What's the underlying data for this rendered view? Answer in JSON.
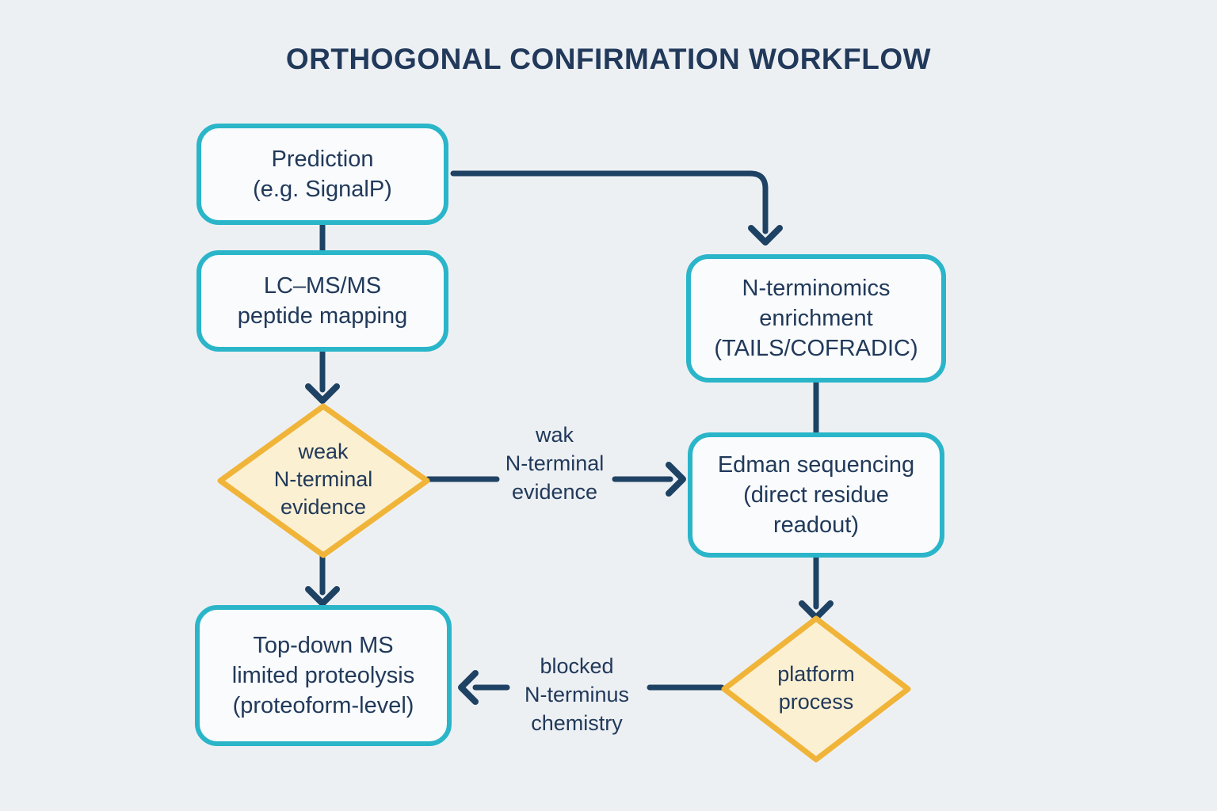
{
  "title": "ORTHOGONAL CONFIRMATION WORKFLOW",
  "colors": {
    "background": "#edf0f3",
    "box_border": "#2ab5c9",
    "box_fill": "#f9fbfc",
    "diamond_border": "#f0b439",
    "diamond_fill": "#fbf0d2",
    "arrow": "#1e4263",
    "text": "#21395a"
  },
  "nodes": {
    "prediction": {
      "type": "process",
      "lines": [
        "Prediction",
        "(e.g. SignalP)"
      ]
    },
    "lcms": {
      "type": "process",
      "lines": [
        "LC–MS/MS",
        "peptide mapping"
      ]
    },
    "nterminomics": {
      "type": "process",
      "lines": [
        "N-terminomics",
        "enrichment",
        "(TAILS/COFRADIC)"
      ]
    },
    "weak_evidence": {
      "type": "decision",
      "lines": [
        "weak",
        "N-terminal",
        "evidence"
      ]
    },
    "edman": {
      "type": "process",
      "lines": [
        "Edman sequencing",
        "(direct residue",
        "readout)"
      ]
    },
    "topdown": {
      "type": "process",
      "lines": [
        "Top-down MS",
        "limited proteolysis",
        "(proteoform-level)"
      ]
    },
    "platform": {
      "type": "decision",
      "lines": [
        "platform",
        "process"
      ]
    }
  },
  "edge_labels": {
    "weak_to_edman": {
      "lines": [
        "wak",
        "N-terminal",
        "evidence"
      ]
    },
    "platform_to_topdown": {
      "lines": [
        "blocked",
        "N-terminus",
        "chemistry"
      ]
    }
  }
}
